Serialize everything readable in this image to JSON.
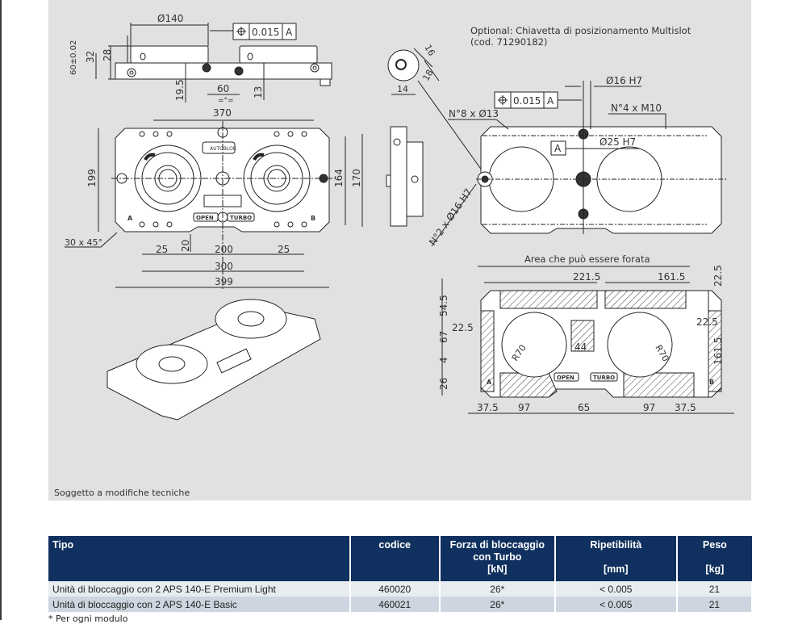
{
  "drawing": {
    "side_view": {
      "dims": [
        "Ø140",
        "60±0.02",
        "32",
        "28",
        "19.5",
        "60",
        "13"
      ],
      "tolerance_frame": {
        "symbol": "position-icon",
        "value": "0.015",
        "datum": "A"
      }
    },
    "top_view": {
      "dims": [
        "370",
        "199",
        "164",
        "170",
        "30 x 45°",
        "25",
        "20",
        "200",
        "25",
        "300",
        "399"
      ],
      "labels": {
        "open": "OPEN",
        "turbo": "TURBO",
        "a": "A",
        "b": "B"
      }
    },
    "key_detail": {
      "dims": [
        "16",
        "18",
        "14"
      ]
    },
    "optional_note": [
      "Optional: Chiavetta di posizionamento Multislot",
      "(cod. 71290182)"
    ],
    "mount_view": {
      "tolerance_frame": {
        "symbol": "position-icon",
        "value": "0.015",
        "datum": "A"
      },
      "callouts": [
        "Ø16 H7",
        "N°8 x Ø13",
        "N°4 x M10",
        "Ø25 H7",
        "N°2 x Ø16 H7"
      ],
      "datum": "A"
    },
    "drill_area": {
      "title": "Area che può essere forata",
      "dims_top": [
        "221.5",
        "161.5"
      ],
      "dims_left": [
        "54.5",
        "67",
        "4",
        "26",
        "22.5"
      ],
      "dims_right": [
        "22.5",
        "22.5",
        "161.5"
      ],
      "dims_bottom": [
        "37.5",
        "97",
        "65",
        "97",
        "37.5"
      ],
      "inner": [
        "44",
        "R70",
        "R70"
      ],
      "labels": {
        "open": "OPEN",
        "turbo": "TURBO",
        "a": "A",
        "b": "B"
      }
    },
    "note": "Soggetto a modifiche tecniche"
  },
  "table": {
    "headers": [
      {
        "lines": [
          "Tipo"
        ]
      },
      {
        "lines": [
          "codice"
        ]
      },
      {
        "lines": [
          "Forza di bloccaggio",
          "con Turbo",
          "[kN]"
        ]
      },
      {
        "lines": [
          "Ripetibilità",
          "",
          "[mm]"
        ]
      },
      {
        "lines": [
          "Peso",
          "",
          "[kg]"
        ]
      }
    ],
    "rows": [
      {
        "tipo": "Unità di bloccaggio con 2 APS 140-E Premium Light",
        "codice": "460020",
        "forza": "26*",
        "ripetibilita": "< 0.005",
        "peso": "21"
      },
      {
        "tipo": "Unità di bloccaggio con 2 APS 140-E Basic",
        "codice": "460021",
        "forza": "26*",
        "ripetibilita": "< 0.005",
        "peso": "21"
      }
    ],
    "footnote": "* Per ogni modulo"
  },
  "colors": {
    "panel": "#e1e1e1",
    "header": "#10305f",
    "row1": "#e7ecf1",
    "row2": "#cdd6e0"
  }
}
